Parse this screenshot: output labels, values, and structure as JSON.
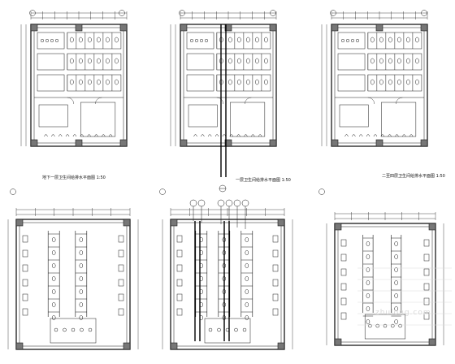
{
  "drawing": {
    "line_color": "#1a1a1a",
    "thick_color": "#000000",
    "watermark_color": "#dcdcdc",
    "panels": [
      {
        "id": "p1",
        "caption": "地下一层卫生间给排水平面图 1:50"
      },
      {
        "id": "p2",
        "caption": "一层卫生间给排水平面图 1:50"
      },
      {
        "id": "p3",
        "caption": "二至四层卫生间给排水平面图 1:50"
      },
      {
        "id": "p4",
        "caption": ""
      },
      {
        "id": "p5",
        "caption": ""
      },
      {
        "id": "p6",
        "caption": ""
      }
    ],
    "watermark": "zhulong.com"
  }
}
